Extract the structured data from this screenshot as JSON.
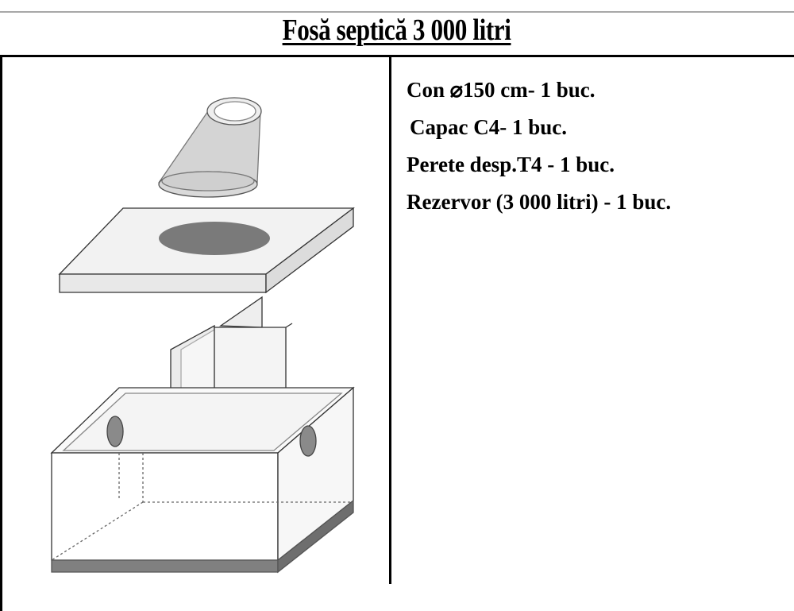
{
  "title": "Fosă septică 3 000 litri",
  "components": [
    {
      "label": "Con  ⌀150 cm- 1 buc."
    },
    {
      "label": "Capac C4- 1 buc."
    },
    {
      "label": "Perete desp.T4 - 1 buc."
    },
    {
      "label": "Rezervor (3 000 litri) - 1 buc."
    }
  ],
  "colors": {
    "fill_light": "#e6e6e6",
    "fill_dark": "#7a7a7a",
    "base": "#808080"
  }
}
